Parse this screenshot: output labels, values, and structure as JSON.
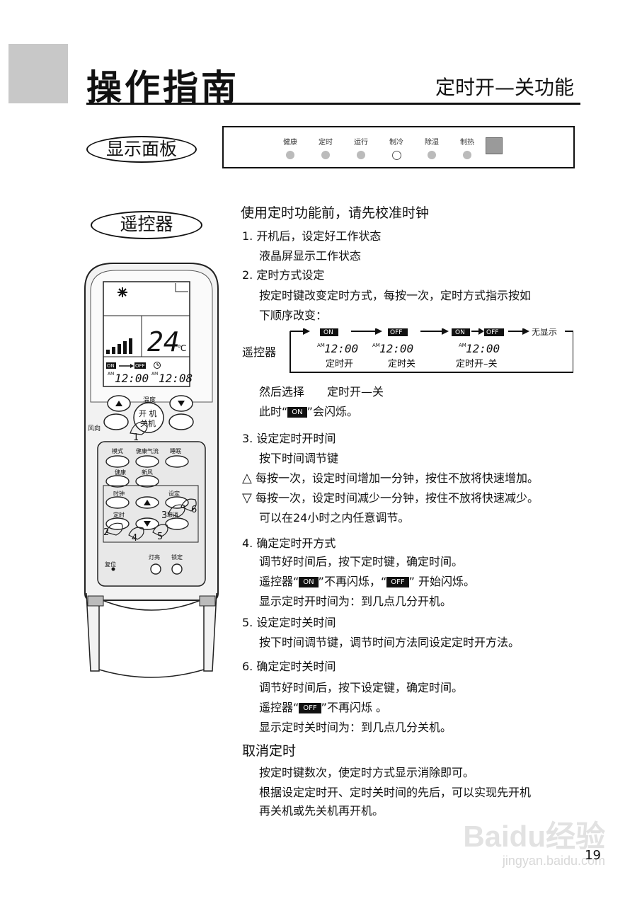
{
  "header": {
    "title": "操作指南",
    "subtitle": "定时开—关功能"
  },
  "panel": {
    "label": "显示面板",
    "items": [
      "健康",
      "定时",
      "运行",
      "制冷",
      "除湿",
      "制热"
    ]
  },
  "remote": {
    "label": "遥控器",
    "lcd_temp": "24",
    "lcd_unit": "℃",
    "lcd_on": "ON",
    "lcd_off": "OFF",
    "lcd_am": "AM",
    "lcd_time_1": "12:00",
    "lcd_time_2": "12:08",
    "top_label": "温度",
    "power_label_1": "开 机",
    "power_label_2": "关机",
    "fan_label": "风向",
    "row1": [
      "模式",
      "健康气流",
      "睡眠"
    ],
    "row2": [
      "健康",
      "新风"
    ],
    "clock_label": "时钟",
    "set_label": "设定",
    "timer_label": "定时",
    "cancel_label": "取消",
    "reset_label": "复位",
    "light_label": "灯亮",
    "lock_label": "锁定",
    "callouts": [
      "1",
      "2",
      "3",
      "4",
      "5",
      "6"
    ]
  },
  "content": {
    "intro": "使用定时功能前，请先校准时钟",
    "s1_title": "1. 开机后，设定好工作状态",
    "s1_line": "液晶屏显示工作状态",
    "s2_title": "2. 定时方式设定",
    "s2_line1": "按定时键改变定时方式，每按一次，定时方式指示按如",
    "s2_line2": "下顺序改变：",
    "flow": {
      "remote_label": "遥控器",
      "on": "ON",
      "off": "OFF",
      "none": "无显示",
      "am": "AM",
      "time": "12:00",
      "cap1": "定时开",
      "cap2": "定时关",
      "cap3": "定时开–关"
    },
    "then_line": "然后选择　　定时开—关",
    "flash_pre": "此时“",
    "flash_badge": "ON",
    "flash_post": "”会闪烁。",
    "s3_title": "3. 设定定时开时间",
    "s3_line1": "按下时间调节键",
    "s3_up": "每按一次，设定时间增加一分钟，按住不放将快速增加。",
    "s3_down": "每按一次，设定时间减少一分钟，按住不放将快速减少。",
    "s3_line4": "可以在24小时之内任意调节。",
    "s4_title": "4. 确定定时开方式",
    "s4_line1": "调节好时间后，按下定时键，确定时间。",
    "s4_l2_pre": "遥控器“",
    "s4_l2_badge1": "ON",
    "s4_l2_mid": "”不再闪烁，“",
    "s4_l2_badge2": "OFF",
    "s4_l2_post": "” 开始闪烁。",
    "s4_line3": "显示定时开时间为：到几点几分开机。",
    "s5_title": "5. 设定定时关时间",
    "s5_line1": "按下时间调节键，调节时间方法同设定定时开方法。",
    "s6_title": "6. 确定定时关时间",
    "s6_line1": "调节好时间后，按下设定键，确定时间。",
    "s6_l2_pre": "遥控器“",
    "s6_l2_badge": "OFF",
    "s6_l2_post": "”不再闪烁 。",
    "s6_line3": "显示定时关时间为：到几点几分关机。",
    "cancel_title": "取消定时",
    "cancel_line1": "按定时键数次，使定时方式显示消除即可。",
    "cancel_line2": "根据设定定时开、定时关时间的先后，可以实现先开机",
    "cancel_line3": "再关机或先关机再开机。"
  },
  "footer": {
    "watermark": "Baidu经验",
    "watermark_url": "jingyan.baidu.com",
    "page_number": "19"
  }
}
